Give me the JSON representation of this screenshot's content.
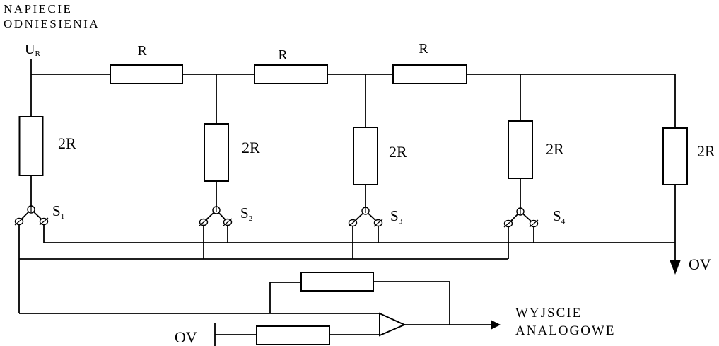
{
  "header": {
    "line1": "NAPIECIE",
    "line2": "ODNIESIENIA"
  },
  "reference": {
    "symbol": "U",
    "subscript": "R"
  },
  "series_resistors": [
    {
      "label": "R"
    },
    {
      "label": "R"
    },
    {
      "label": "R"
    }
  ],
  "ladder_resistors": [
    {
      "label": "2R"
    },
    {
      "label": "2R"
    },
    {
      "label": "2R"
    },
    {
      "label": "2R"
    },
    {
      "label": "2R"
    }
  ],
  "switches": [
    {
      "symbol": "S",
      "subscript": "1"
    },
    {
      "symbol": "S",
      "subscript": "2"
    },
    {
      "symbol": "S",
      "subscript": "3"
    },
    {
      "symbol": "S",
      "subscript": "4"
    }
  ],
  "ground": {
    "right_label": "OV",
    "opamp_label": "OV"
  },
  "output": {
    "line1": "WYJSCIE",
    "line2": "ANALOGOWE"
  },
  "colors": {
    "line": "#000000",
    "background": "#ffffff"
  }
}
